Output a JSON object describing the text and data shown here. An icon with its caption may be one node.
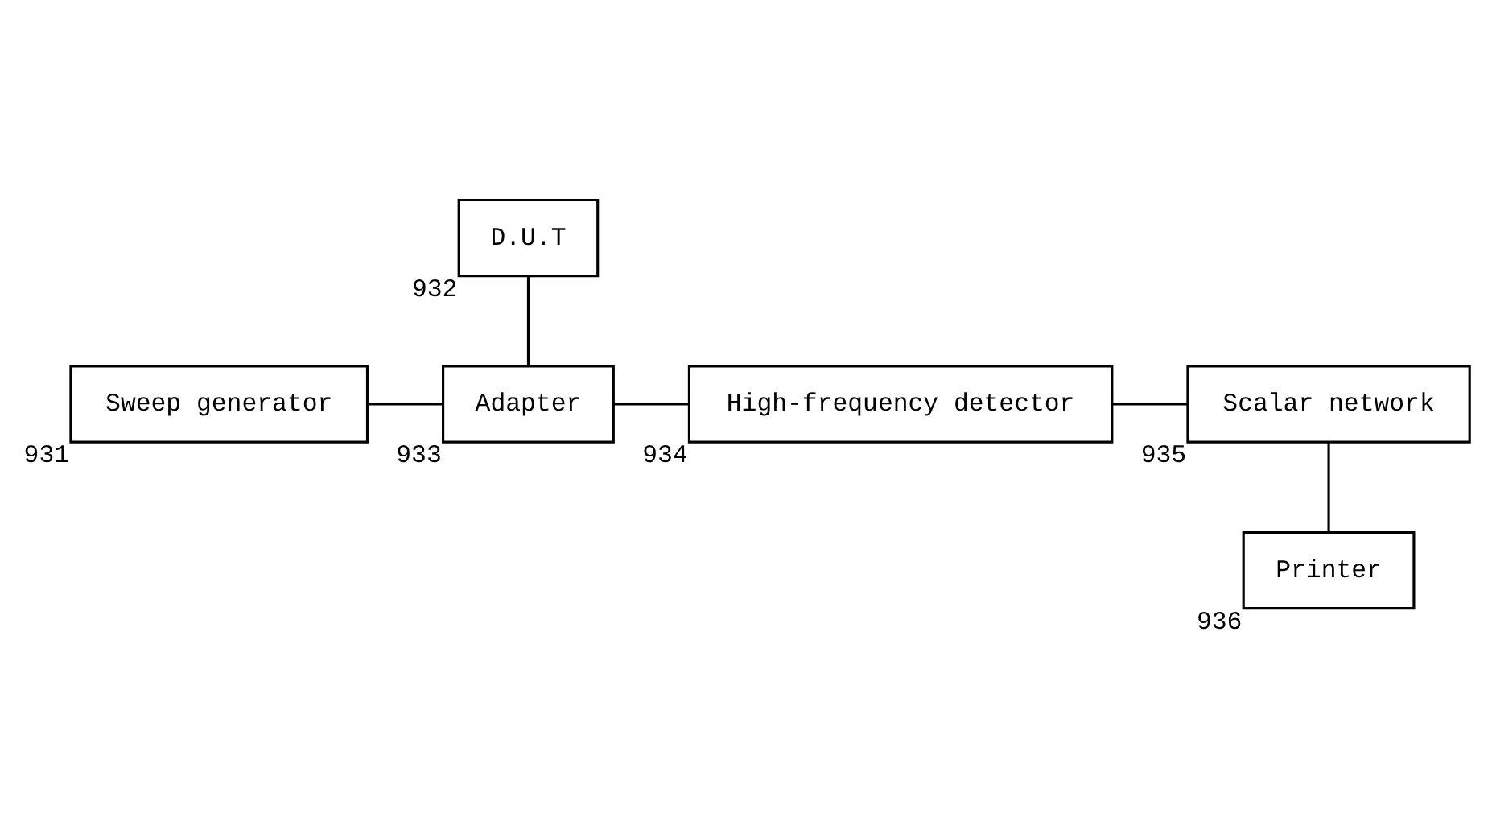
{
  "diagram": {
    "nodes": [
      {
        "text": [
          "Sweep generator"
        ],
        "beside": [
          "931"
        ]
      },
      {
        "text": [
          "D.U.T"
        ],
        "beside": [
          "932"
        ]
      },
      {
        "text": [
          "Adapter"
        ],
        "beside": [
          "933"
        ]
      },
      {
        "text": [
          "High-frequency detector"
        ],
        "beside": [
          "934"
        ]
      },
      {
        "text": [
          "Scalar network"
        ],
        "beside": [
          "935"
        ]
      },
      {
        "text": [
          "Printer"
        ],
        "beside": [
          "936"
        ]
      }
    ],
    "edges": [
      {
        "from": 0,
        "to": 2,
        "arrow": "none"
      },
      {
        "from": 1,
        "to": 2,
        "arrow": "none"
      },
      {
        "from": 2,
        "to": 3,
        "arrow": "none"
      },
      {
        "from": 3,
        "to": 4,
        "arrow": "none"
      },
      {
        "from": 4,
        "to": 5,
        "arrow": "none"
      }
    ]
  }
}
